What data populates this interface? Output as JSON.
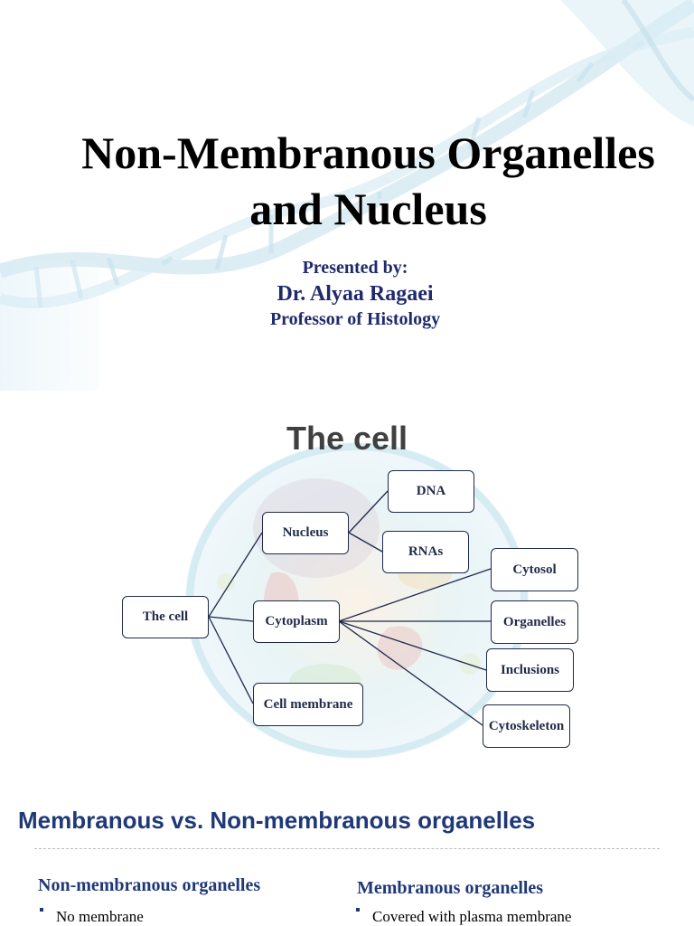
{
  "slide1": {
    "title_line1": "Non-Membranous Organelles",
    "title_line2": "and Nucleus",
    "presented_by": "Presented by:",
    "author": "Dr. Alyaa Ragaei",
    "role": "Professor of Histology"
  },
  "slide2": {
    "title": "The cell",
    "nodes": {
      "root": "The cell",
      "nucleus": "Nucleus",
      "cytoplasm": "Cytoplasm",
      "cell_membrane": "Cell membrane",
      "dna": "DNA",
      "rnas": "RNAs",
      "cytosol": "Cytosol",
      "organelles": "Organelles",
      "inclusions": "Inclusions",
      "cytoskeleton": "Cytoskeleton"
    }
  },
  "slide3": {
    "title": "Membranous  vs. Non-membranous organelles",
    "left_heading": "Non-membranous organelles",
    "left_bullet": "No membrane",
    "right_heading": "Membranous organelles",
    "right_bullet": "Covered with plasma membrane"
  },
  "colors": {
    "navy": "#1f2a6b",
    "heading_blue": "#1f3878",
    "node_border": "#1f2a4a"
  }
}
